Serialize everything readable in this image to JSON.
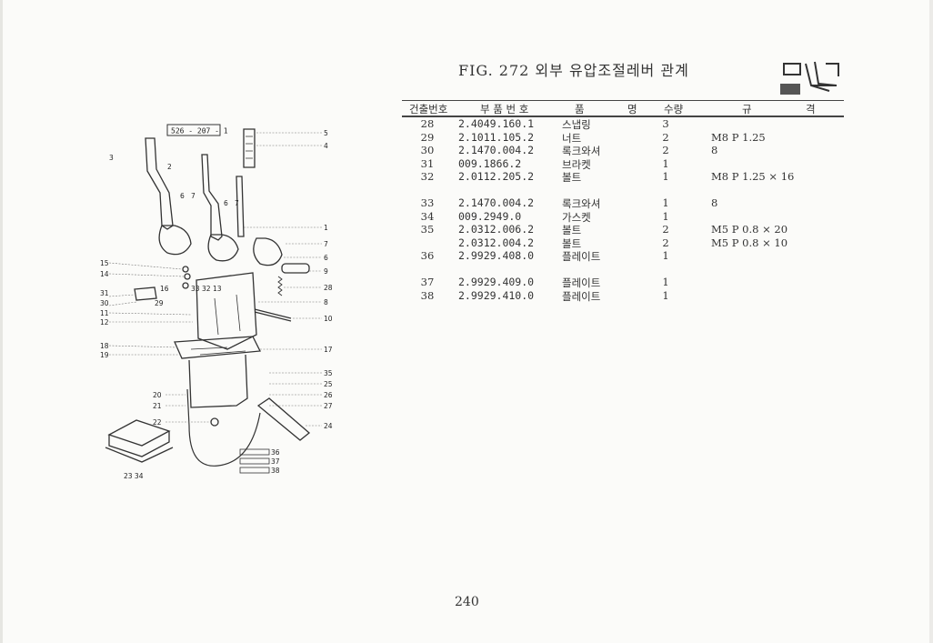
{
  "figure": {
    "title": "FIG. 272 외부 유압조절레버 관계"
  },
  "table": {
    "headers": {
      "no": "건출번호",
      "part_number": "부 품 번 호",
      "name_a": "품",
      "name_b": "명",
      "qty": "수량",
      "spec_a": "규",
      "spec_b": "격"
    },
    "groups": [
      [
        {
          "no": "28",
          "pn": "2.4049.160.1",
          "name": "스냅링",
          "qty": "3",
          "spec": ""
        },
        {
          "no": "29",
          "pn": "2.1011.105.2",
          "name": "너트",
          "qty": "2",
          "spec": "M8 P 1.25"
        },
        {
          "no": "30",
          "pn": "2.1470.004.2",
          "name": "록크와셔",
          "qty": "2",
          "spec": "8"
        },
        {
          "no": "31",
          "pn": "009.1866.2",
          "name": "브라켓",
          "qty": "1",
          "spec": ""
        },
        {
          "no": "32",
          "pn": "2.0112.205.2",
          "name": "볼트",
          "qty": "1",
          "spec": "M8 P 1.25 × 16"
        }
      ],
      [
        {
          "no": "33",
          "pn": "2.1470.004.2",
          "name": "록크와셔",
          "qty": "1",
          "spec": "8"
        },
        {
          "no": "34",
          "pn": "009.2949.0",
          "name": "가스켓",
          "qty": "1",
          "spec": ""
        },
        {
          "no": "35",
          "pn": "2.0312.006.2",
          "name": "볼트",
          "qty": "2",
          "spec": "M5 P 0.8 × 20"
        },
        {
          "no": "",
          "pn": "2.0312.004.2",
          "name": "볼트",
          "qty": "2",
          "spec": "M5 P 0.8 × 10"
        },
        {
          "no": "36",
          "pn": "2.9929.408.0",
          "name": "플레이트",
          "qty": "1",
          "spec": ""
        }
      ],
      [
        {
          "no": "37",
          "pn": "2.9929.409.0",
          "name": "플레이트",
          "qty": "1",
          "spec": ""
        },
        {
          "no": "38",
          "pn": "2.9929.410.0",
          "name": "플레이트",
          "qty": "1",
          "spec": ""
        }
      ]
    ]
  },
  "diagram": {
    "ref_code": "526 - 207 - 1",
    "callouts": {
      "c1": "1",
      "c2": "2",
      "c3": "3",
      "c4": "4",
      "c5": "5",
      "c6": "6",
      "c7": "7",
      "c8": "8",
      "c9": "9",
      "c10": "10",
      "c11": "11",
      "c12": "12",
      "c13": "13",
      "c14": "14",
      "c15": "15",
      "c16": "16",
      "c17": "17",
      "c18": "18",
      "c19": "19",
      "c20": "20",
      "c21": "21",
      "c22": "22",
      "c24": "24",
      "c25": "25",
      "c26": "26",
      "c27": "27",
      "c28": "28",
      "c29": "29",
      "c30": "30",
      "c31": "31",
      "c32": "32",
      "c33": "33",
      "c35": "35",
      "c36": "36",
      "c37": "37",
      "c38": "38",
      "c6b": "6",
      "c7b": "7",
      "c6c": "6",
      "c7c": "7",
      "c2334": "23 34"
    }
  },
  "page": {
    "number": "240"
  }
}
